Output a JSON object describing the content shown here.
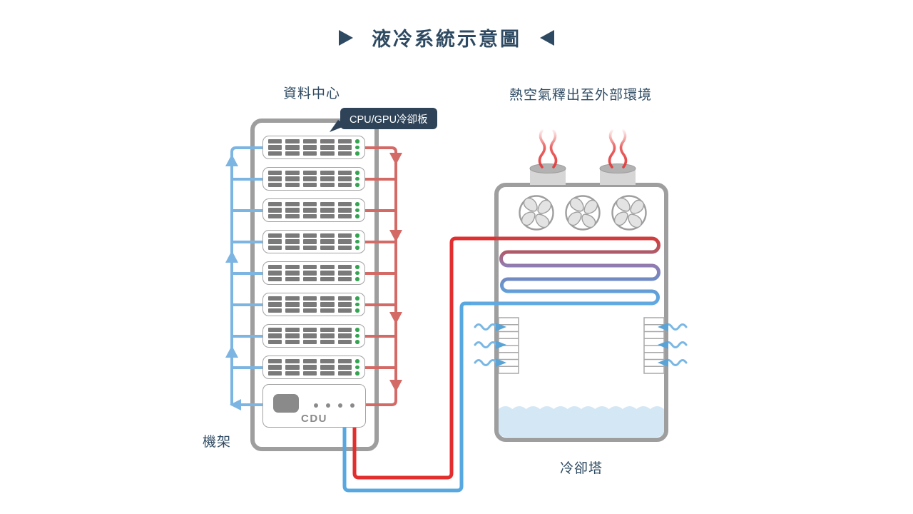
{
  "title": {
    "text": "液冷系統示意圖",
    "left_icon": "triangle-right",
    "right_icon": "triangle-left"
  },
  "labels": {
    "data_center": "資料中心",
    "hot_air_release": "熱空氣釋出至外部環境",
    "rack": "機架",
    "cooling_tower": "冷卻塔"
  },
  "tooltip": {
    "text": "CPU/GPU冷卻板"
  },
  "rack": {
    "server_count": 8,
    "bars_per_server": 5,
    "leds_per_server": 3,
    "cdu_label": "CDU",
    "cdu_dots": 4
  },
  "tower": {
    "fan_count": 3,
    "chimney_count": 2,
    "vent_slat_cells": 8,
    "wind_arrows_per_side": 3
  },
  "colors": {
    "accent_navy": "#2e4a62",
    "tooltip_bg": "#2e4358",
    "structure_gray": "#9e9e9e",
    "rack_loop_cold": "#7cb5e2",
    "rack_loop_hot": "#d46a66",
    "facility_loop_cold": "#57a7e1",
    "facility_loop_hot": "#e22e2e",
    "led_green": "#35a452",
    "water": "#d4e7f5",
    "server_bar_gray": "#7a7a7a"
  }
}
